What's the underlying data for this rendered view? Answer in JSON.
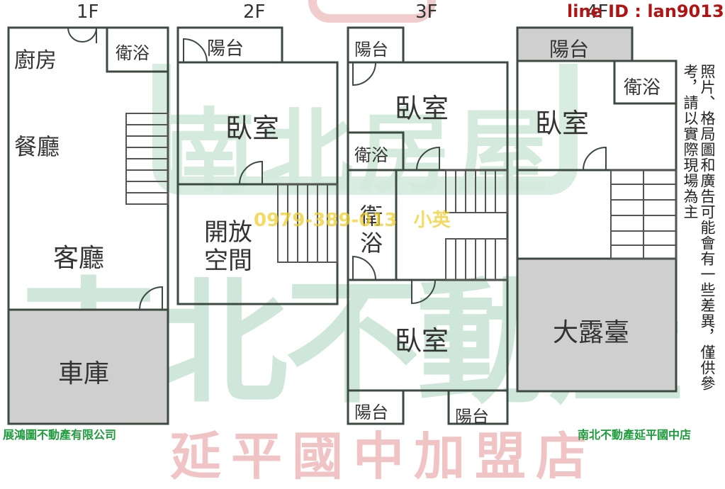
{
  "watermark": {
    "top_text": "南北房屋",
    "big_text": "南北不動產",
    "bottom_text": "延平國中加盟店",
    "phone": "0979-389-013",
    "agent": "小英"
  },
  "header": {
    "line_id": "line ID : lan9013"
  },
  "floors": {
    "f1": {
      "label": "1F",
      "kitchen": "廚房",
      "bath": "衛浴",
      "dining": "餐廳",
      "living": "客廳",
      "garage": "車庫"
    },
    "f2": {
      "label": "2F",
      "balcony": "陽台",
      "bedroom": "臥室",
      "open_line1": "開放",
      "open_line2": "空間"
    },
    "f3": {
      "label": "3F",
      "balcony_top": "陽台",
      "bedroom_top": "臥室",
      "bath_left": "衛浴",
      "bath_mid_line1": "衛",
      "bath_mid_line2": "浴",
      "bedroom_bottom": "臥室",
      "balcony_bottom_left": "陽台",
      "balcony_bottom_right": "陽台"
    },
    "f4": {
      "label": "4F",
      "balcony": "陽台",
      "bath": "衛浴",
      "bedroom": "臥室",
      "terrace": "大露臺"
    }
  },
  "disclaimer": "照片、格局圖和廣告可能會有一些差異，僅供參考，請以實際現場為主",
  "footer": {
    "left": "展鴻圖不動產有限公司",
    "right": "南北不動產延平國中店"
  },
  "colors": {
    "wall": "#3d4a42",
    "shade": "#cfcfcf",
    "watermark": "#cfe6da",
    "accent_red": "#b01515",
    "footer_green": "#1e9b3c",
    "phone_yellow": "#f0d030"
  }
}
